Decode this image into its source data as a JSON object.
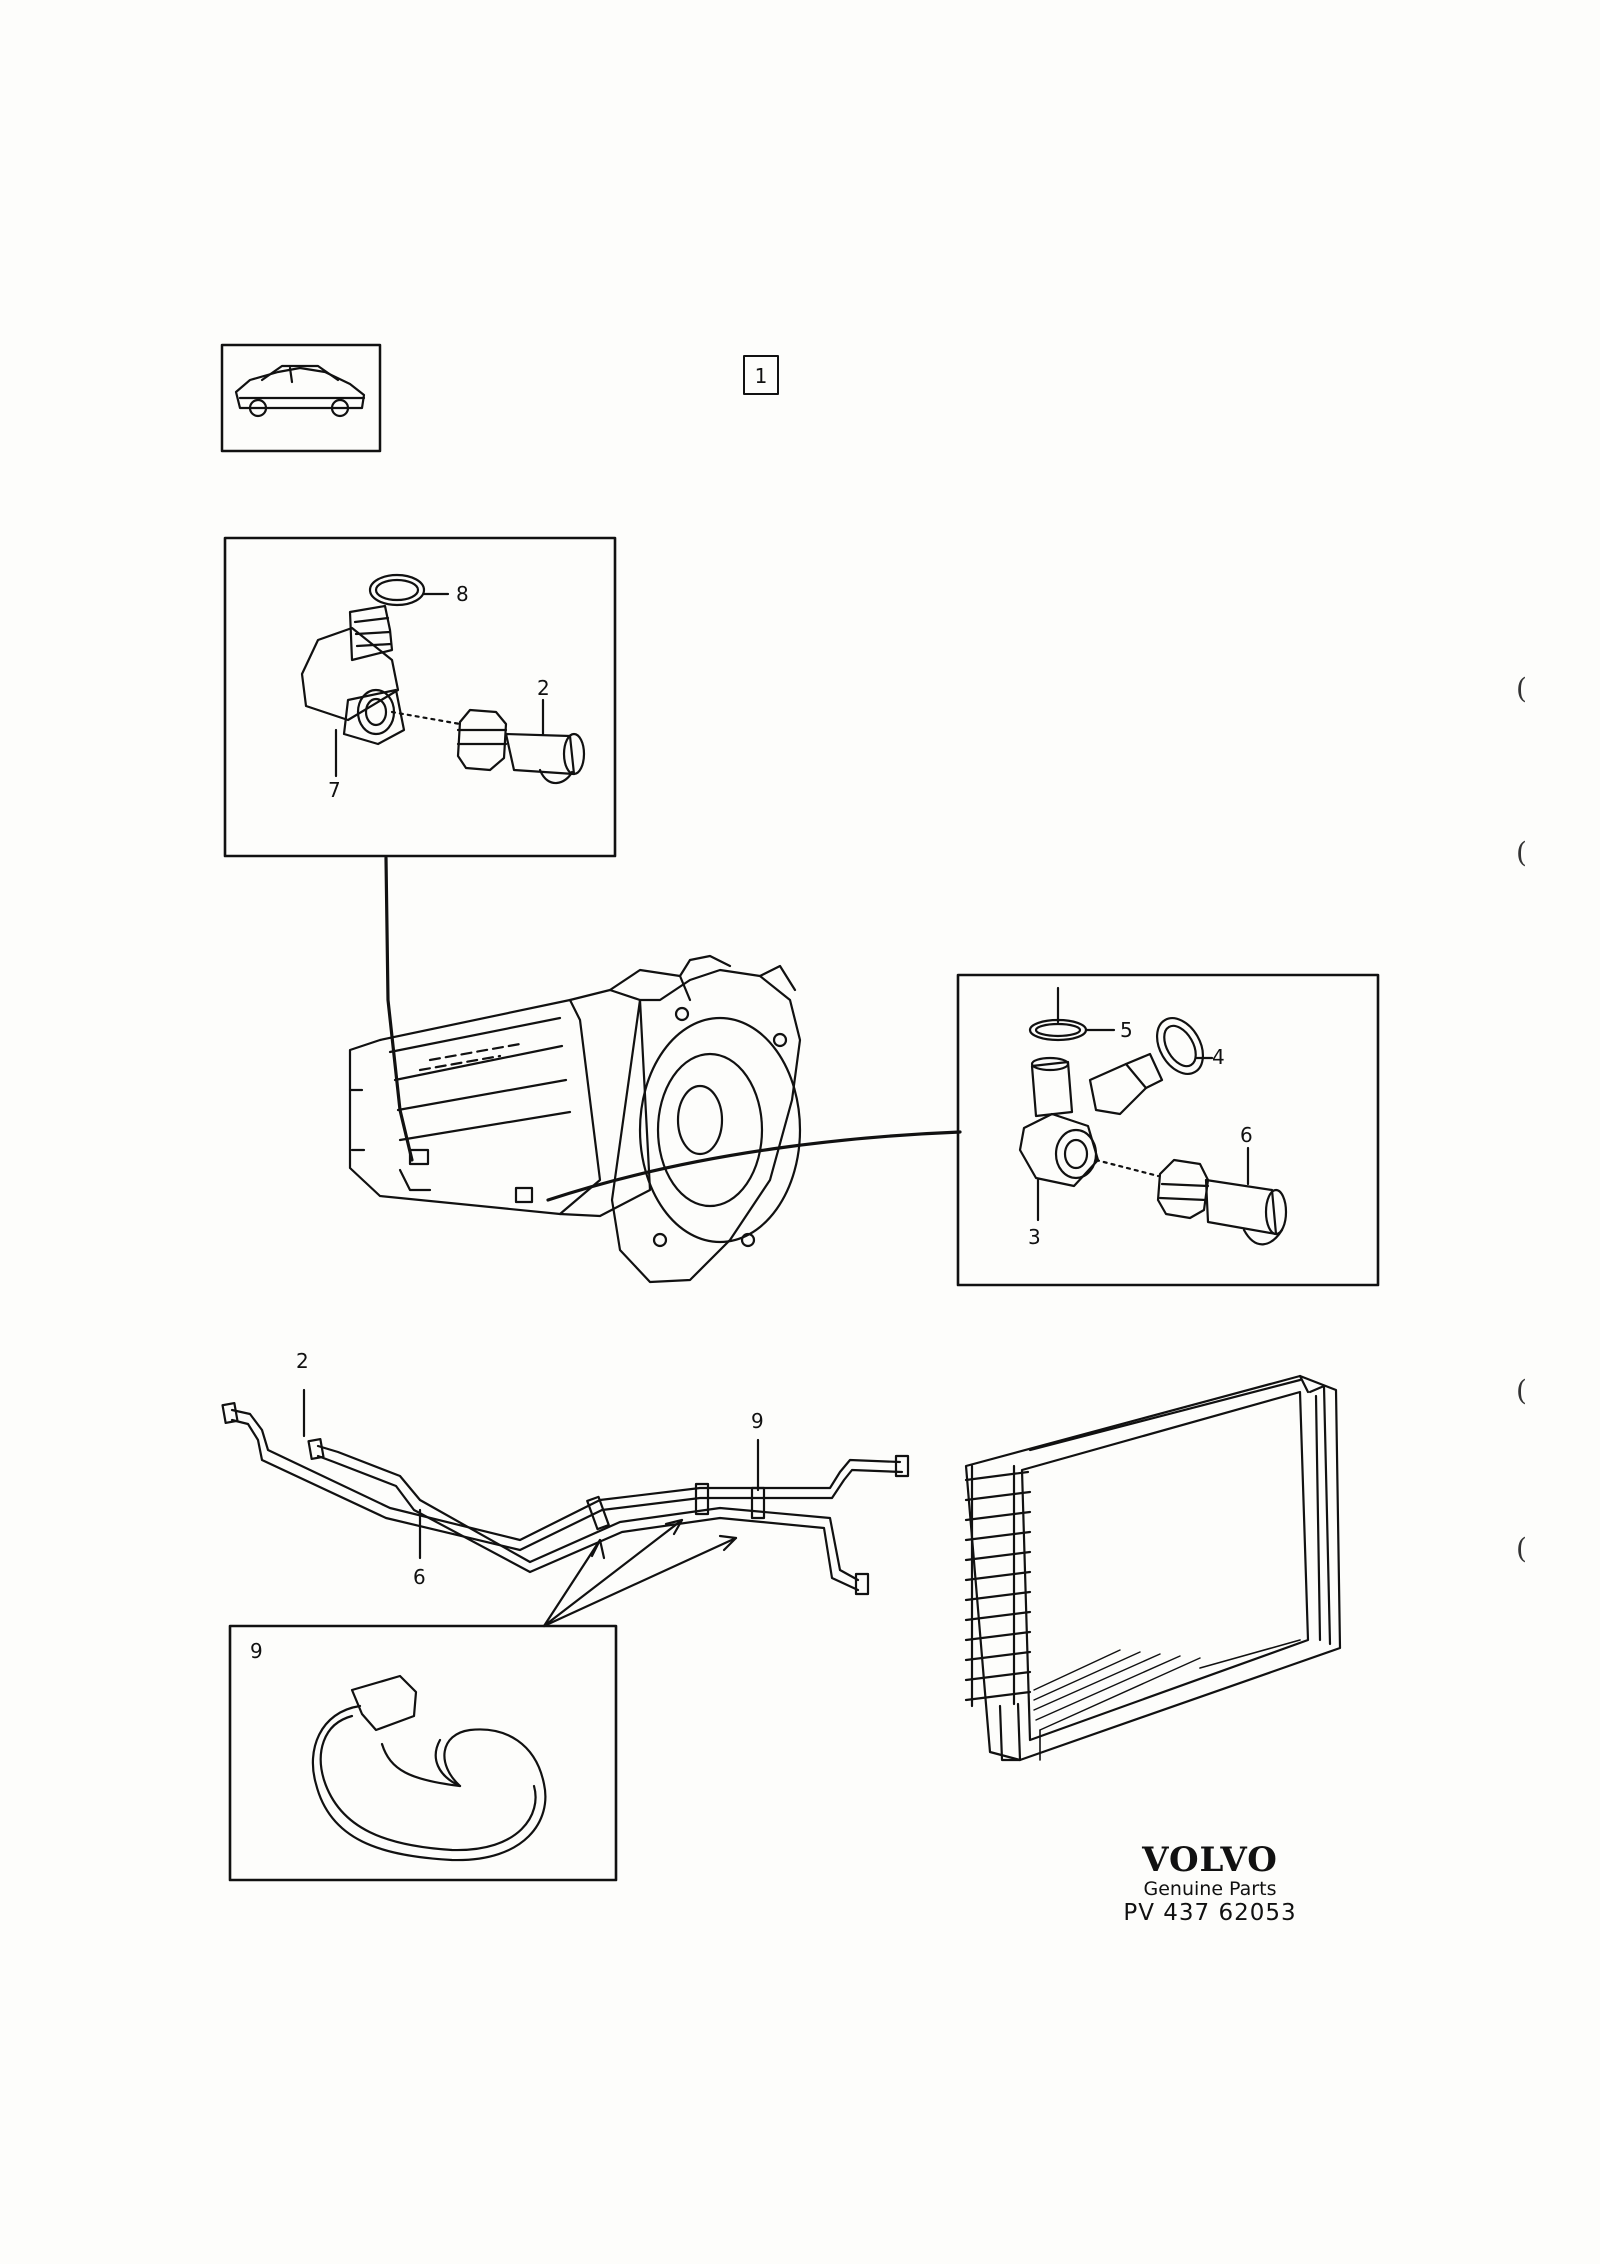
{
  "diagram": {
    "ref_box_label": "1",
    "callouts": {
      "c8": "8",
      "c2_top": "2",
      "c7": "7",
      "c5": "5",
      "c4": "4",
      "c6_right": "6",
      "c3": "3",
      "c2_pipe": "2",
      "c9_pipe": "9",
      "c6_pipe": "6",
      "c9_box": "9"
    },
    "margin_marks": [
      "(",
      "(",
      "(",
      "("
    ]
  },
  "brand": {
    "name": "VOLVO",
    "subtitle": "Genuine Parts",
    "part_code": "PV 437 62053"
  },
  "colors": {
    "ink": "#111111",
    "paper": "#fdfdfb"
  }
}
